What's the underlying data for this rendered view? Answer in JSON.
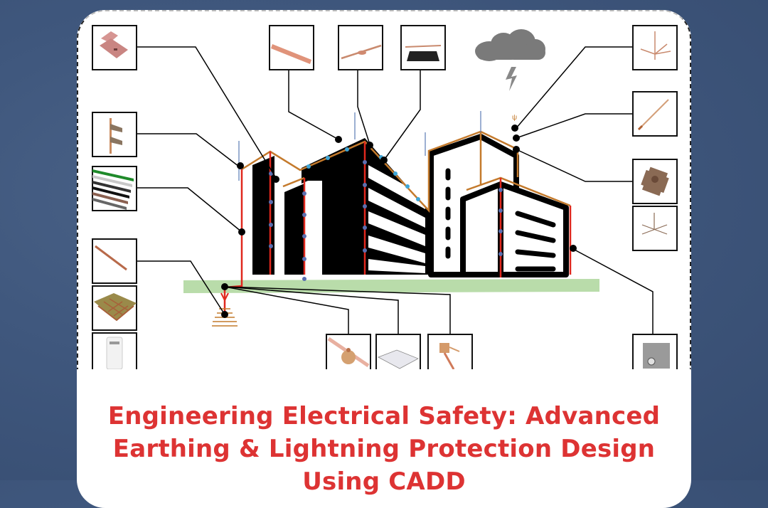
{
  "page": {
    "background_color": "#3f577d",
    "card_color": "#ffffff",
    "accent_color": "#dd3333"
  },
  "diagram": {
    "subject": "Building earthing and lightning protection system layout",
    "colors": {
      "down_conductor": "#e0281e",
      "roof_conductor": "#c47a2c",
      "building_outline": "#000000",
      "ground": "#b9dcaa",
      "air_terminal": "#5b7bb5",
      "fixing_points": "#3fa6d6",
      "cloud": "#7a7a7a"
    },
    "components": [
      {
        "id": "roof-conductor-clip",
        "icon": "copper-clip-icon"
      },
      {
        "id": "down-conductor-holder",
        "icon": "holder-icon"
      },
      {
        "id": "pvc-coated-strips",
        "icon": "coated-strip-icon"
      },
      {
        "id": "copper-strip",
        "icon": "copper-strip-icon"
      },
      {
        "id": "strip-with-fixing",
        "icon": "strip-fixing-icon"
      },
      {
        "id": "roof-conductor-support",
        "icon": "rubber-support-icon"
      },
      {
        "id": "multi-spike-air-terminal",
        "icon": "air-terminal-icon"
      },
      {
        "id": "air-terminal-rod",
        "icon": "rod-icon"
      },
      {
        "id": "base-plate",
        "icon": "base-plate-icon"
      },
      {
        "id": "earth-rod",
        "icon": "earth-rod-icon"
      },
      {
        "id": "earth-mesh",
        "icon": "earth-mesh-icon"
      },
      {
        "id": "backfill-compound",
        "icon": "compound-bag-icon"
      },
      {
        "id": "rod-clamp",
        "icon": "rod-clamp-icon"
      },
      {
        "id": "inspection-pit",
        "icon": "inspection-pit-icon"
      },
      {
        "id": "rod-to-cable-clamp",
        "icon": "cable-clamp-icon"
      },
      {
        "id": "lightning-event-counter",
        "icon": "counter-box-icon"
      }
    ],
    "weather_icon": "thunder-cloud-icon"
  },
  "title": {
    "line1": "Engineering Electrical Safety: Advanced",
    "line2": "Earthing & Lightning Protection Design",
    "line3": "Using CADD"
  }
}
